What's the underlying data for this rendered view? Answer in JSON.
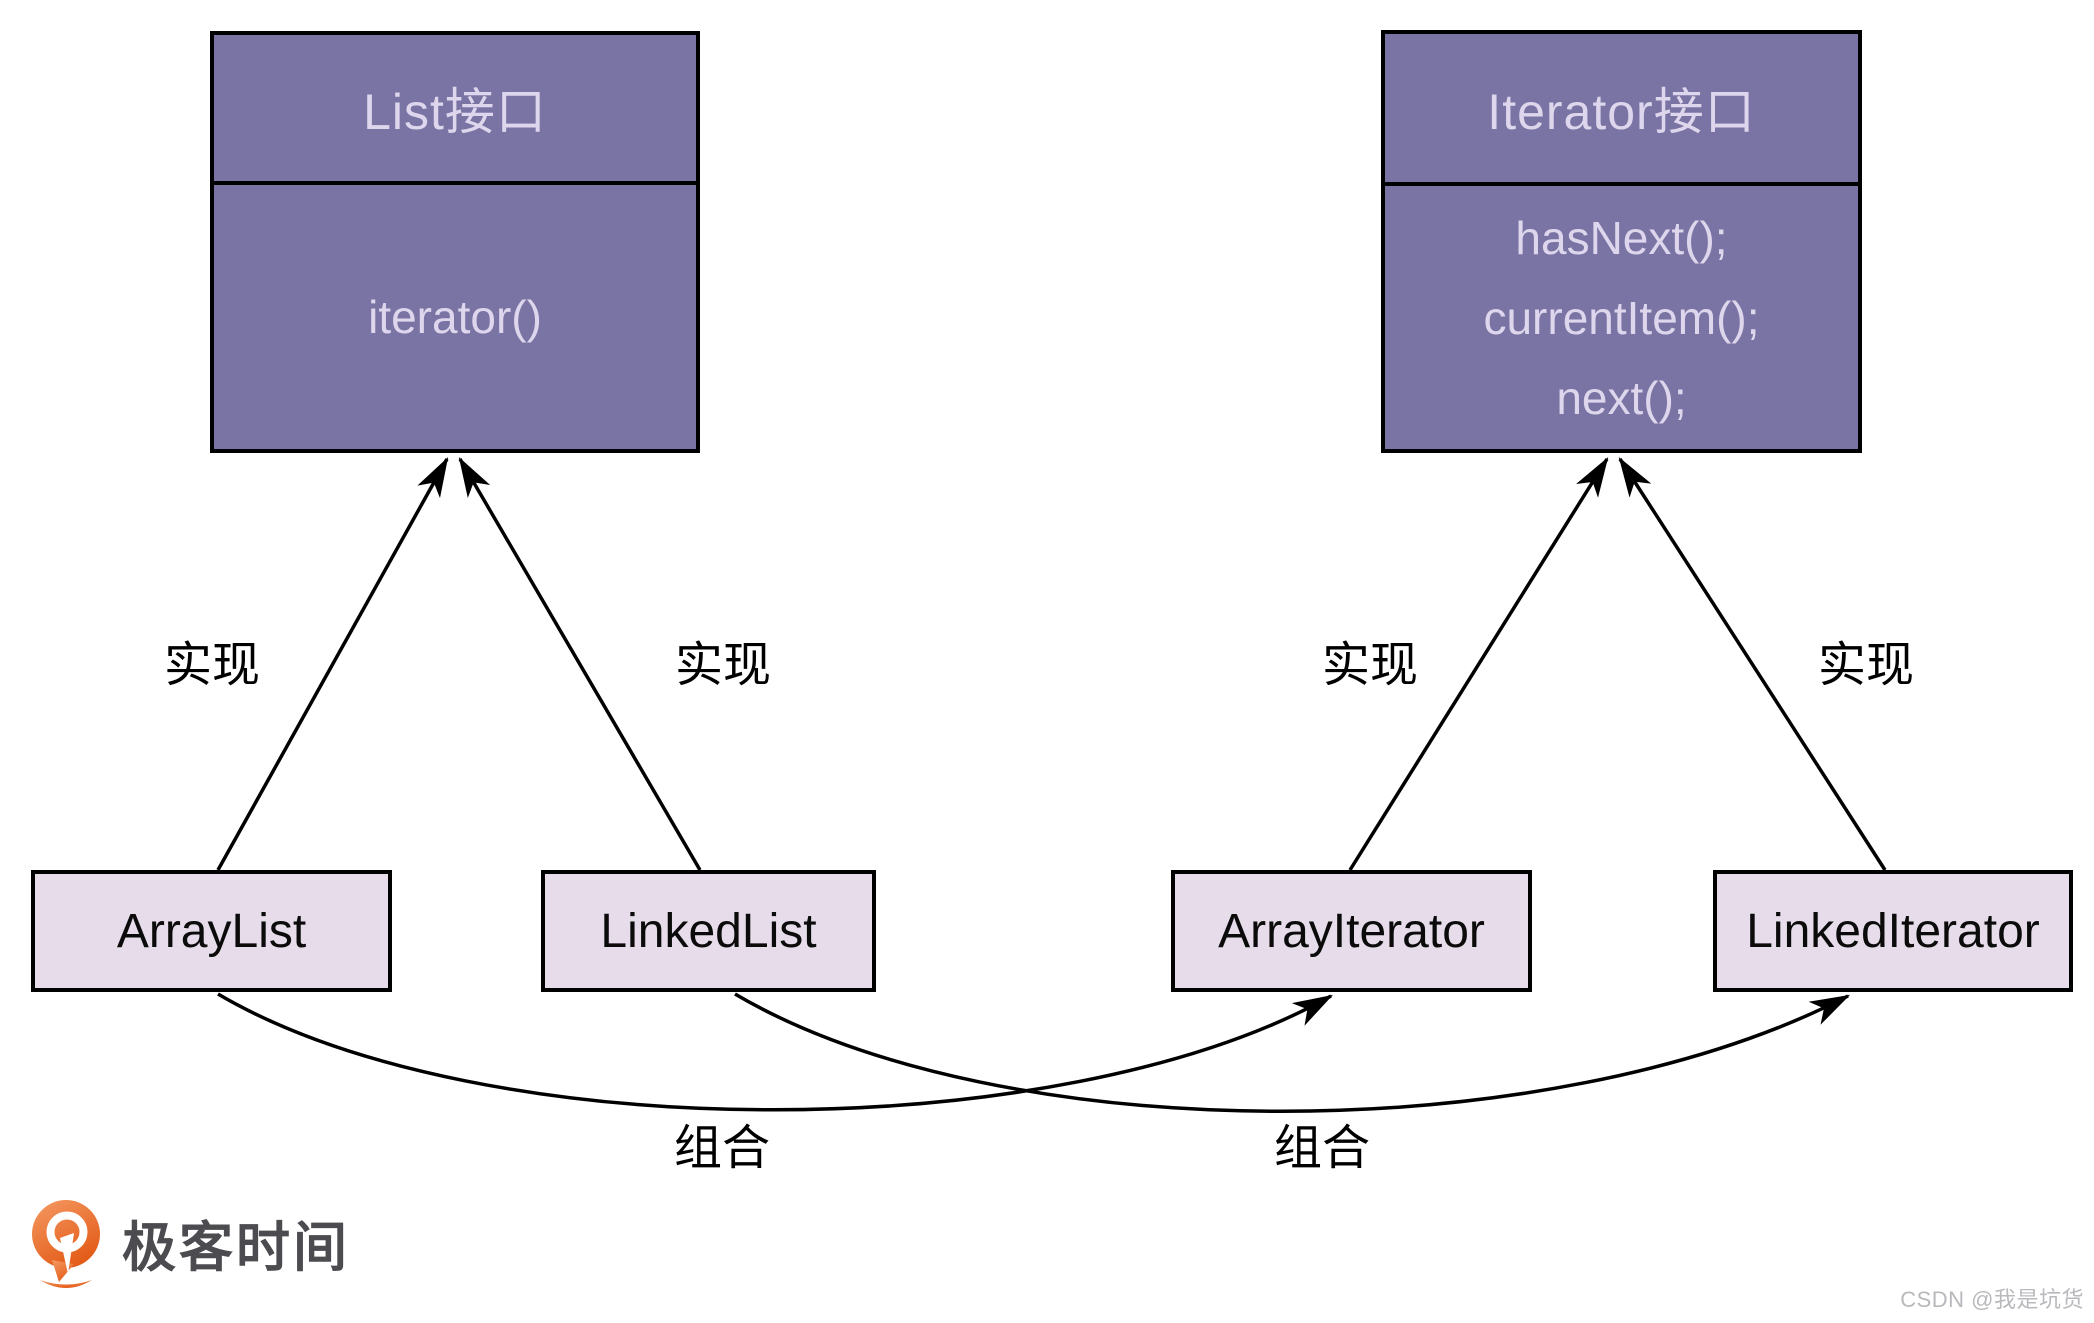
{
  "diagram": {
    "interfaces": [
      {
        "title": "List接口",
        "methods": [
          "iterator()"
        ]
      },
      {
        "title": "Iterator接口",
        "methods": [
          "hasNext();",
          "currentItem();",
          "next();"
        ]
      }
    ],
    "classes": [
      {
        "label": "ArrayList"
      },
      {
        "label": "LinkedList"
      },
      {
        "label": "ArrayIterator"
      },
      {
        "label": "LinkedIterator"
      }
    ],
    "edges": [
      {
        "type": "implements",
        "from": "ArrayList",
        "to": "List接口",
        "label": "实现"
      },
      {
        "type": "implements",
        "from": "LinkedList",
        "to": "List接口",
        "label": "实现"
      },
      {
        "type": "implements",
        "from": "ArrayIterator",
        "to": "Iterator接口",
        "label": "实现"
      },
      {
        "type": "implements",
        "from": "LinkedIterator",
        "to": "Iterator接口",
        "label": "实现"
      },
      {
        "type": "composition",
        "from": "ArrayList",
        "to": "ArrayIterator",
        "label": "组合"
      },
      {
        "type": "composition",
        "from": "LinkedList",
        "to": "LinkedIterator",
        "label": "组合"
      }
    ]
  },
  "branding": {
    "logo_text": "极客时间"
  },
  "watermark": {
    "text": "CSDN @我是坑货"
  },
  "colors": {
    "interface_fill": "#7a74a4",
    "interface_text": "#ddd6ec",
    "class_fill": "#e6dcea",
    "stroke": "#000000",
    "logo_orange_light": "#f49a63",
    "logo_orange_dark": "#e45c19",
    "logo_text": "#4b4b50",
    "watermark": "#b9b9bd"
  }
}
